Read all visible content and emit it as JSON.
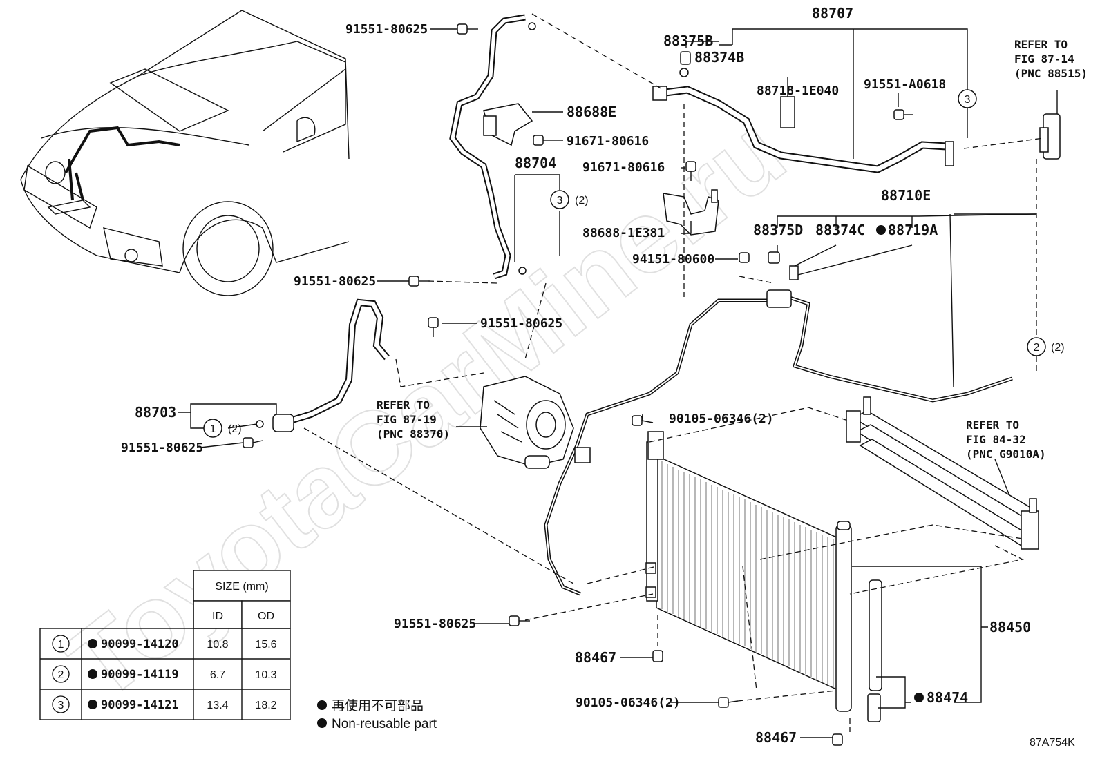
{
  "diagram": {
    "figure_code": "87A754K",
    "watermark": "ToyotaCarMine.ru",
    "labels": {
      "p88707": "88707",
      "p88375B": "88375B",
      "p88374B": "88374B",
      "p88718": "88718-1E040",
      "p91551A0618": "91551-A0618",
      "p88688E": "88688E",
      "p91671_a": "91671-80616",
      "p88704": "88704",
      "p91671_b": "91671-80616",
      "p88688_1E381": "88688-1E381",
      "p94151": "94151-80600",
      "p88710E": "88710E",
      "p88375D": "88375D",
      "p88374C": "88374C",
      "p88719A": "88719A",
      "p91551_top": "91551-80625",
      "p91551_mid": "91551-80625",
      "p91551_S": "91551-80625",
      "p88703": "88703",
      "p91551_low": "91551-80625",
      "p90105_a": "90105-06346(2)",
      "p91551_bottom": "91551-80625",
      "p88450": "88450",
      "p88467_a": "88467",
      "p90105_b": "90105-06346(2)",
      "p88474": "88474",
      "p88467_b": "88467"
    },
    "callouts": {
      "c3_top": "3",
      "c3_88704": "3",
      "c3_88704_qty": "(2)",
      "c2_right": "2",
      "c2_right_qty": "(2)",
      "c1_88703": "1",
      "c1_88703_qty": "(2)"
    },
    "refers": {
      "ref1": [
        "REFER TO",
        "FIG 87-14",
        "(PNC 88515)"
      ],
      "ref2": [
        "REFER TO",
        "FIG 87-19",
        "(PNC 88370)"
      ],
      "ref3": [
        "REFER TO",
        "FIG 84-32",
        "(PNC G9010A)"
      ]
    }
  },
  "size_table": {
    "header": "SIZE (mm)",
    "col_id": "ID",
    "col_od": "OD",
    "rows": [
      {
        "key": "1",
        "part": "90099-14120",
        "id": "10.8",
        "od": "15.6"
      },
      {
        "key": "2",
        "part": "90099-14119",
        "id": "6.7",
        "od": "10.3"
      },
      {
        "key": "3",
        "part": "90099-14121",
        "id": "13.4",
        "od": "18.2"
      }
    ]
  },
  "legend": {
    "line1": "再使用不可部品",
    "line2": "Non-reusable part"
  }
}
